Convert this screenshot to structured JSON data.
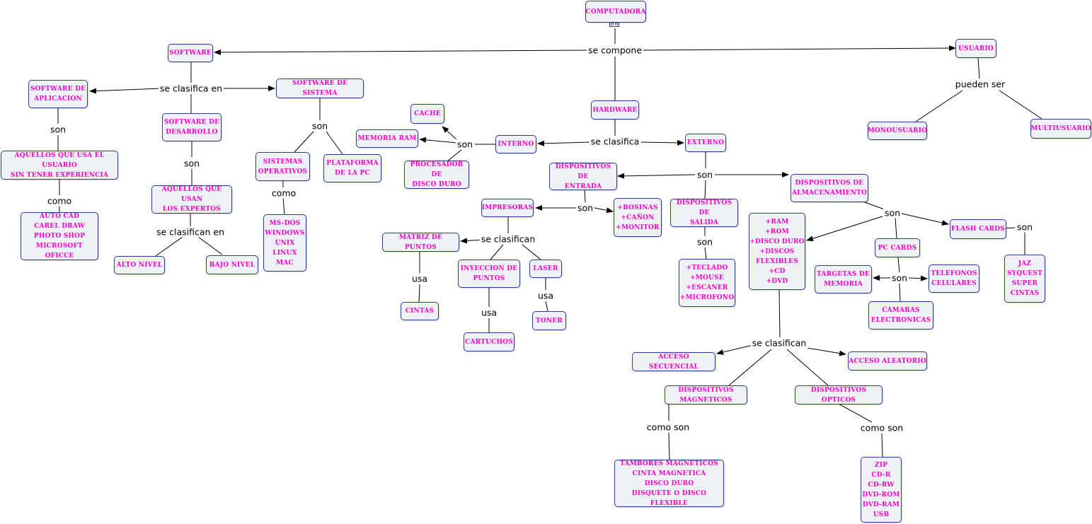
{
  "nodes": {
    "computadora": "COMPUTADORA",
    "software": "SOFTWARE",
    "usuario": "USUARIO",
    "hardware": "HARDWARE",
    "sw_aplicacion": "SOFTWARE DE\nAPLICACION",
    "sw_sistema": "SOFTWARE DE SISTEMA",
    "sw_desarrollo": "SOFTWARE DE\nDESARROLLO",
    "aquellos_usuario": "AQUELLOS QUE USA EL USUARIO\nSIN TENER EXPERIENCIA",
    "aquellos_expertos": "AQUELLOS QUE USAN\nLOS EXPERTOS",
    "autocad": "AUTO CAD\nCAREL DRAW\nPHOTO SHOP\nMICROSOFT OFICCE",
    "alto_nivel": "ALTO NIVEL",
    "bajo_nivel": "BAJO NIVEL",
    "sistemas_operativos": "SISTEMAS\nOPERATIVOS",
    "plataforma": "PLATAFORMA\nDE LA PC",
    "msdos": "MS-DOS\nWINDOWS\nUNIX\nLINUX\nMAC",
    "cache": "CACHE",
    "memoria_ram": "MEMORIA RAM",
    "interno": "INTERNO",
    "procesador": "PROCESADOR DE\nDISCO  DURO",
    "externo": "EXTERNO",
    "dispositivos_entrada": "DISPOSITIVOS DE\nENTRADA",
    "impresoras": "IMPRESORAS",
    "bocinas": "+BOSINAS\n+CAÑON\n+MONITOR",
    "dispositivos_salida": "DISPOSITIVOS DE\nSALIDA",
    "teclado": "+TECLADO\n+MOUSE\n+ESCANER\n+MICROFONO",
    "matriz": "MATRIZ DE PUNTOS",
    "inyeccion": "INYECCION DE\nPUNTOS",
    "laser": "LASER",
    "cintas": "CINTAS",
    "cartuchos": "CARTUCHOS",
    "toner": "TONER",
    "dispositivos_almacenamiento": "DISPOSITIVOS DE\nALMACENAMIENTO",
    "ram_rom": "+RAM\n+ROM\n+DISCO DURO\n+DISCOS\nFLEXIBLES\n+CD\n+DVD",
    "pc_cards": "PC CARDS",
    "flash_cards": "FLASH CARDS",
    "jaz": "JAZ\nSYQUEST\nSUPER\nCINTAS",
    "targetas_memoria": "TARGETAS DE\nMEMORIA",
    "telefonos": "TELEFONOS\nCELULARES",
    "camaras": "CAMARAS\nELECTRONICAS",
    "monousuario": "MONOUSUARIO",
    "multiusuario": "MULTIUSUARIO",
    "acceso_secuencial": "ACCESO SECUENCIAL",
    "acceso_aleatorio": "ACCESO ALEATORIO",
    "disp_magneticos": "DISPOSITIVOS MAGNETICOS",
    "disp_opticos": "DISPOSITIVOS OPTICOS",
    "tambores": "TAMBORES MAGNETICOS\nCINTA MAGNETICA\nDISCO DURO\nDISQUETE O DISCO FLEXIBLE",
    "zip": "ZIP\nCD-R\nCD-RW\nDVD-ROM\nDVD-RAM\nUSB"
  },
  "links": {
    "se_compone": "se compone",
    "se_clasifica_en": "se clasifica en",
    "son_aplicacion": "son",
    "como_aplicacion": "como",
    "son_desarrollo": "son",
    "se_clasifican_en": "se clasifican en",
    "son_sistema": "son",
    "como_sistema": "como",
    "pueden_ser": "pueden ser",
    "se_clasifica": "se clasifica",
    "son_interno": "son",
    "son_externo": "son",
    "son_entrada": "son",
    "se_clasifican_impresoras": "se clasifican",
    "usa_matriz": "usa",
    "usa_inyeccion": "usa",
    "usa_laser": "usa",
    "son_salida": "son",
    "son_almacenamiento": "son",
    "son_flash": "son",
    "son_pc": "son",
    "se_clasifican_storage": "se clasifican",
    "como_son_magneticos": "como son",
    "como_son_opticos": "como son"
  }
}
